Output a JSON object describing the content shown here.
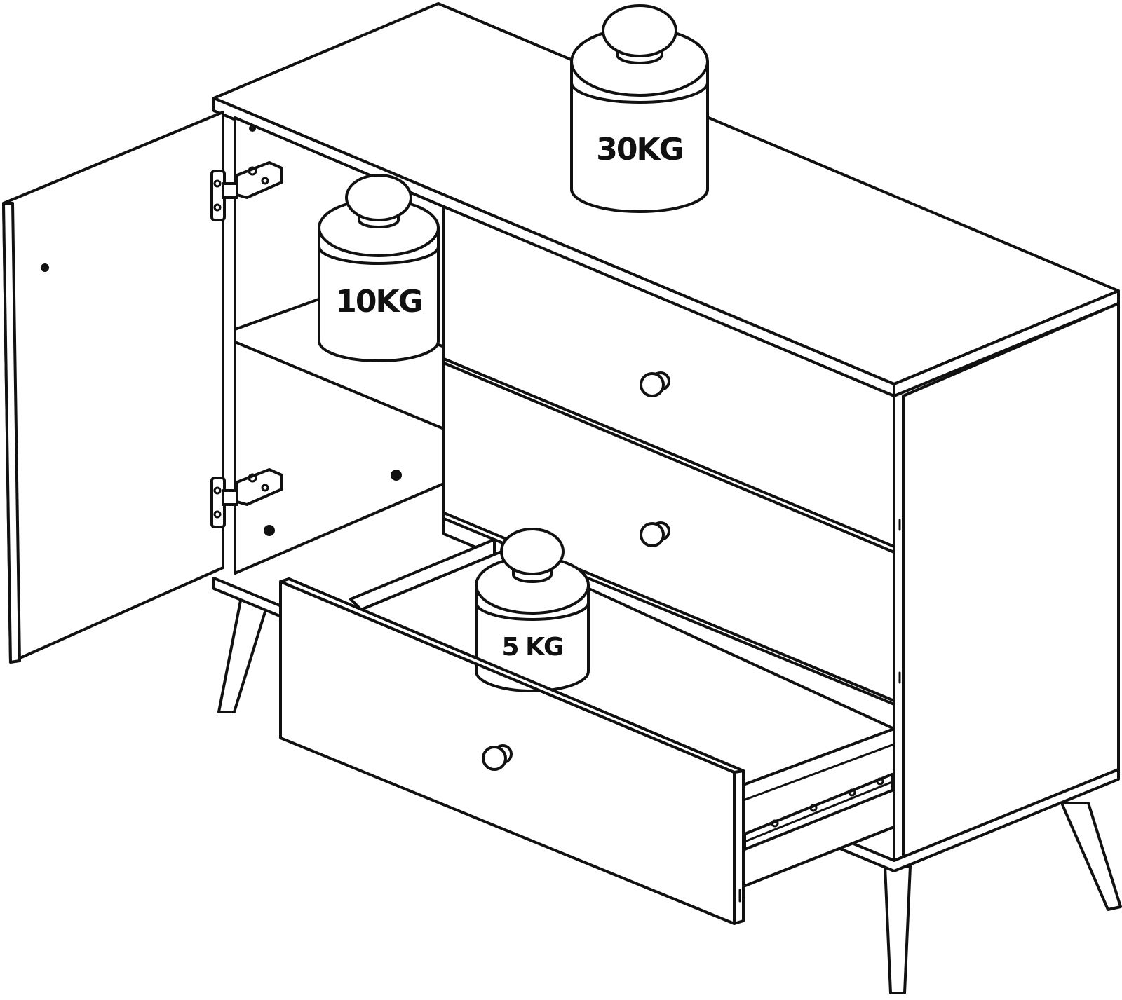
{
  "weights": {
    "top": {
      "label": "30KG"
    },
    "shelf": {
      "label": "10KG"
    },
    "drawer": {
      "label": "5 KG"
    }
  },
  "colors": {
    "line": "#111111",
    "background": "#ffffff"
  }
}
